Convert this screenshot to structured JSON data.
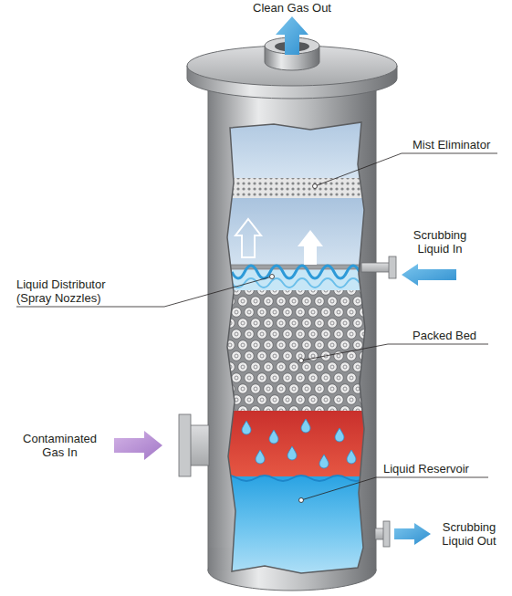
{
  "diagram": {
    "labels": [
      "Clean Gas Out",
      "Mist Eliminator",
      "Scrubbing Liquid In",
      "Liquid Distributor (Spray Nozzles)",
      "Packed Bed",
      "Contaminated Gas In",
      "Liquid Reservoir",
      "Scrubbing Liquid Out"
    ]
  }
}
